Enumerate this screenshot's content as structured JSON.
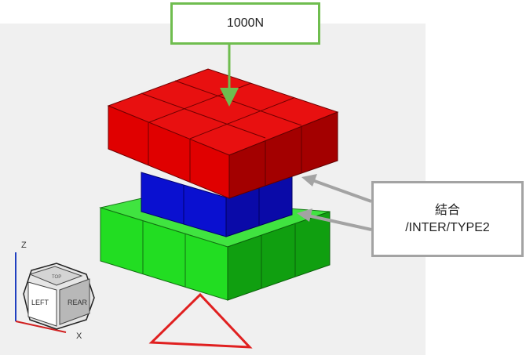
{
  "load_callout": {
    "text": "1000N",
    "border_color": "#6fbd4f"
  },
  "contact_callout": {
    "line1": "結合",
    "line2": "/INTER/TYPE2",
    "border_color": "#a3a3a3"
  },
  "triad": {
    "z_label": "Z",
    "x_label": "X"
  },
  "view_cube": {
    "left_label": "LEFT",
    "rear_label": "REAR",
    "top_label": "TOP"
  },
  "colors": {
    "upper_block": "#e00000",
    "middle_block": "#0a10d0",
    "lower_block": "#22dd22",
    "support": "#e02020",
    "viewport_bg": "#f0f0f0"
  }
}
